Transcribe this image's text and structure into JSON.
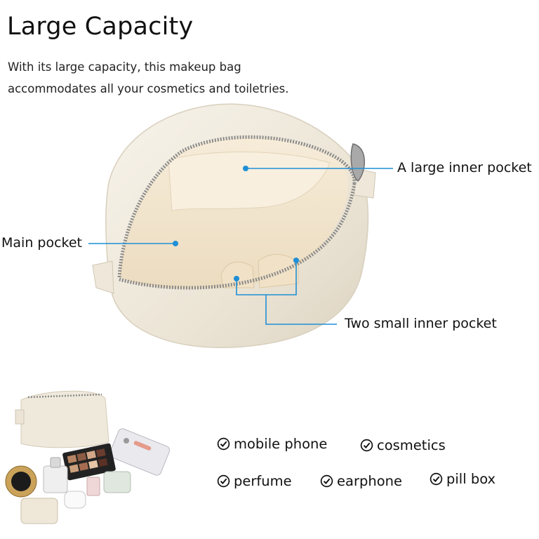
{
  "heading": {
    "title": "Large Capacity",
    "description_line1": "With its large capacity, this makeup bag",
    "description_line2": "accommodates all your cosmetics and toiletries."
  },
  "callouts": {
    "large_inner_pocket": "A large inner pocket",
    "main_pocket": "Main pocket",
    "small_inner_pocket": "Two small inner pocket"
  },
  "features": [
    {
      "label": "mobile phone",
      "icon": "check-circle-icon"
    },
    {
      "label": "cosmetics",
      "icon": "check-circle-icon"
    },
    {
      "label": "perfume",
      "icon": "check-circle-icon"
    },
    {
      "label": "earphone",
      "icon": "check-circle-icon"
    },
    {
      "label": "pill box",
      "icon": "check-circle-icon"
    }
  ],
  "colors": {
    "callout_line": "#1f8fd6",
    "bag_fabric": "#efe9dc",
    "bag_lining": "#f3e6cf",
    "zipper": "#7d7d7d"
  }
}
